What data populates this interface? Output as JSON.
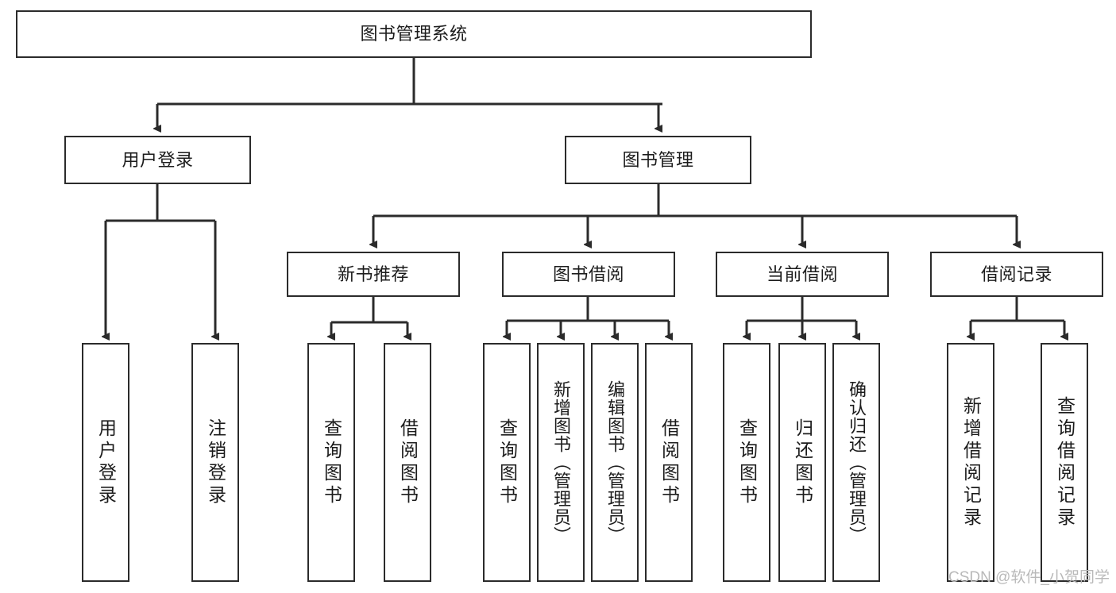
{
  "diagram": {
    "title": "图书管理系统",
    "type": "tree",
    "orientation": "top-down",
    "background_color": "#ffffff",
    "box_border_color": "#2b2b2b",
    "text_color": "#1c1c1c",
    "connector_color": "#2b2b2b"
  },
  "nodes": {
    "root": {
      "label": "图书管理系统",
      "level": 1
    },
    "l2": [
      {
        "label": "用户登录",
        "level": 2
      },
      {
        "label": "图书管理",
        "level": 2
      }
    ],
    "l3": [
      {
        "label": "新书推荐",
        "level": 3
      },
      {
        "label": "图书借阅",
        "level": 3
      },
      {
        "label": "当前借阅",
        "level": 3
      },
      {
        "label": "借阅记录",
        "level": 3
      }
    ],
    "leaves_user_login": [
      {
        "label": "用户登录"
      },
      {
        "label": "注销登录"
      }
    ],
    "leaves_new_book": [
      {
        "label": "查询图书"
      },
      {
        "label": "借阅图书"
      }
    ],
    "leaves_borrow": [
      {
        "label": "查询图书"
      },
      {
        "label": "新增图书（管理员）"
      },
      {
        "label": "编辑图书（管理员）"
      },
      {
        "label": "借阅图书"
      }
    ],
    "leaves_current": [
      {
        "label": "查询图书"
      },
      {
        "label": "归还图书"
      },
      {
        "label": "确认归还（管理员）"
      }
    ],
    "leaves_records": [
      {
        "label": "新增借阅记录"
      },
      {
        "label": "查询借阅记录"
      }
    ]
  },
  "watermark": {
    "text": "CSDN @软件_小贺同学"
  }
}
